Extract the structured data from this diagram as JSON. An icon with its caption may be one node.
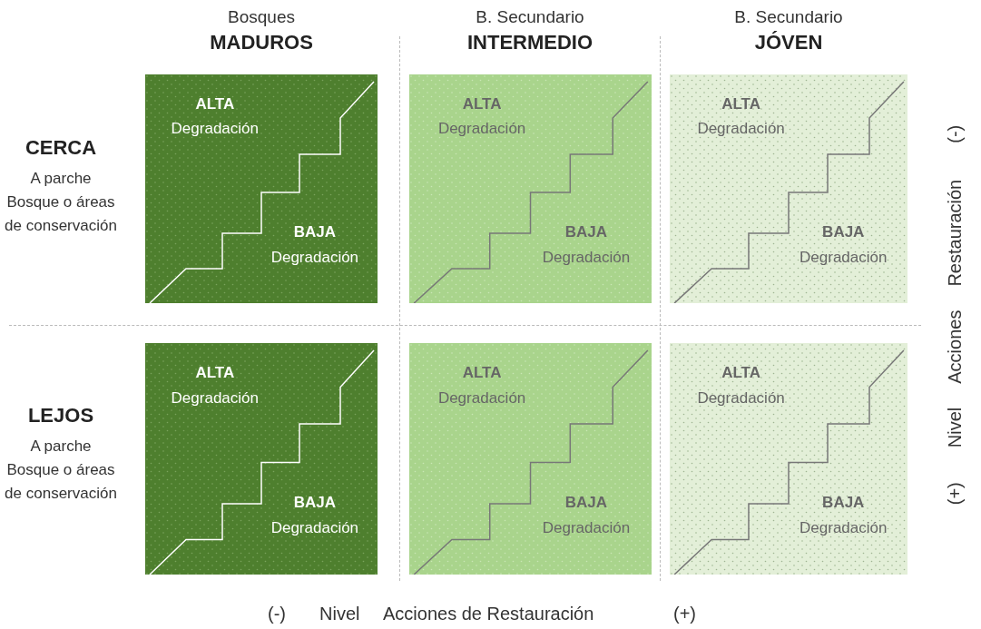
{
  "diagram": {
    "nodes": [
      {
        "text": [
          "ALTA",
          "Degradación",
          "BAJA",
          "Degradación"
        ]
      },
      {
        "text": [
          "ALTA",
          "Degradación",
          "BAJA",
          "Degradación"
        ]
      },
      {
        "text": [
          "ALTA",
          "Degradación",
          "BAJA",
          "Degradación"
        ]
      },
      {
        "text": [
          "ALTA",
          "Degradación",
          "BAJA",
          "Degradación"
        ]
      },
      {
        "text": [
          "ALTA",
          "Degradación",
          "BAJA",
          "Degradación"
        ]
      },
      {
        "text": [
          "ALTA",
          "Degradación",
          "BAJA",
          "Degradación"
        ]
      }
    ],
    "labels": [
      "Bosques",
      "MADUROS",
      "B. Secundario",
      "INTERMEDIO",
      "B. Secundario",
      "JÓVEN",
      "CERCA",
      "A parche Bosque o áreas de conservación",
      "LEJOS",
      "A parche Bosque o áreas de conservación",
      "(+)",
      "Nivel",
      "Acciones",
      "Restauración",
      "(-)",
      "(-)",
      "Nivel",
      "Acciones de Restauración",
      "(+)"
    ]
  }
}
